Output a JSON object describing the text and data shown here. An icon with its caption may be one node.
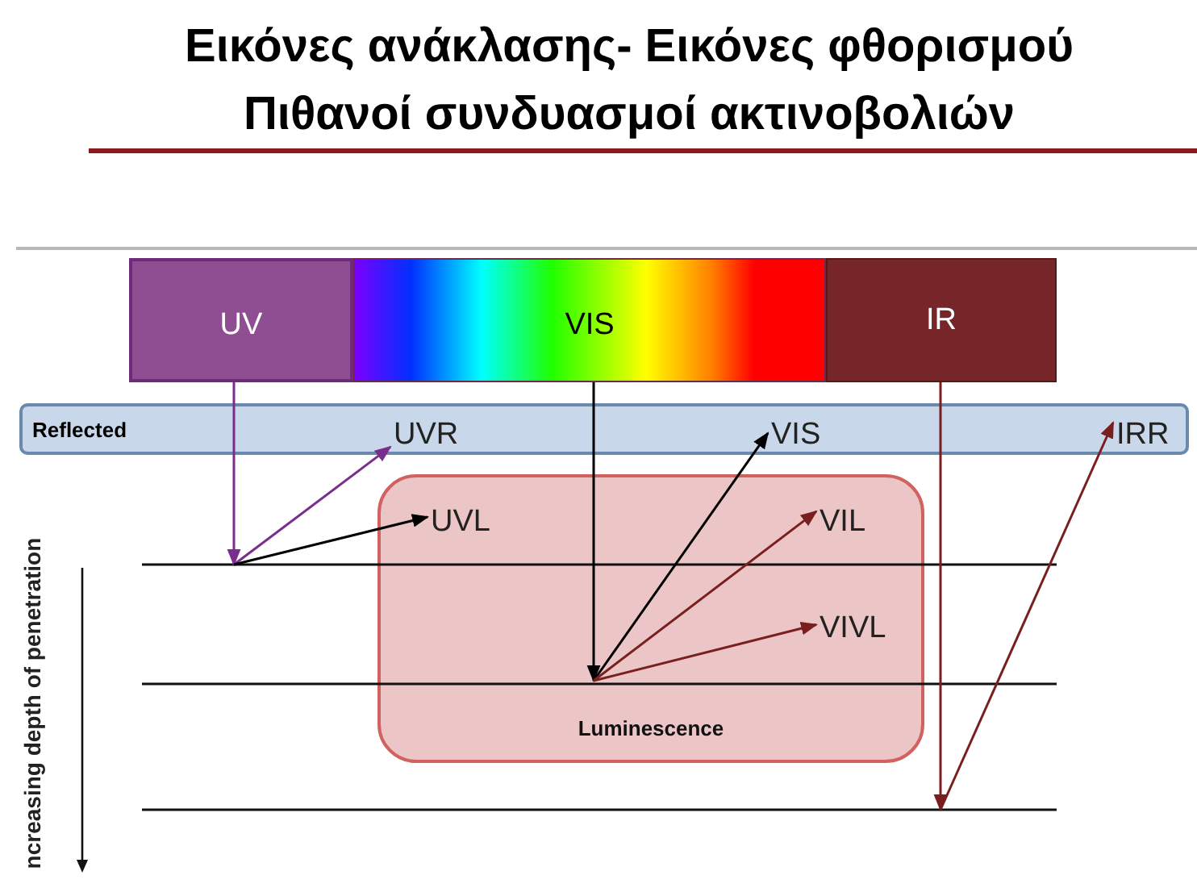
{
  "diagram": {
    "title": "Εικόνες ανάκλασης- Εικόνες φθορισμού Πιθανοί συνδυασμοί ακτινοβολιών",
    "nodes": [
      {
        "text": [
          "UV"
        ]
      },
      {
        "text": [
          "VIS"
        ]
      },
      {
        "text": [
          "IR"
        ]
      },
      {
        "text": [
          "Reflected"
        ]
      },
      {
        "text": [
          "UVR"
        ],
        "in": 3
      },
      {
        "text": [
          "VIS"
        ],
        "in": 3
      },
      {
        "text": [
          "IRR"
        ],
        "in": 3
      },
      {
        "text": [
          "Luminescence"
        ]
      },
      {
        "text": [
          "UVL"
        ],
        "in": 7
      },
      {
        "text": [
          "VIL"
        ],
        "in": 7
      },
      {
        "text": [
          "VIVL"
        ],
        "in": 7
      }
    ],
    "edges": [
      {
        "from": 0,
        "to": null,
        "arrow": "to",
        "color": "#7b2d8e"
      },
      {
        "from": null,
        "to": 4,
        "arrow": "to",
        "color": "#7b2d8e"
      },
      {
        "from": null,
        "to": 8,
        "arrow": "to",
        "color": "#000000"
      },
      {
        "from": 1,
        "to": null,
        "arrow": "to",
        "color": "#000000"
      },
      {
        "from": null,
        "to": 5,
        "arrow": "to",
        "color": "#000000"
      },
      {
        "from": null,
        "to": 9,
        "arrow": "to",
        "color": "#7a1f1f"
      },
      {
        "from": null,
        "to": 10,
        "arrow": "to",
        "color": "#7a1f1f"
      },
      {
        "from": 2,
        "to": null,
        "arrow": "to",
        "color": "#7a1f1f"
      },
      {
        "from": null,
        "to": 6,
        "arrow": "to",
        "color": "#7a1f1f"
      }
    ],
    "labels": [
      "ncreasing depth of penetration"
    ]
  }
}
